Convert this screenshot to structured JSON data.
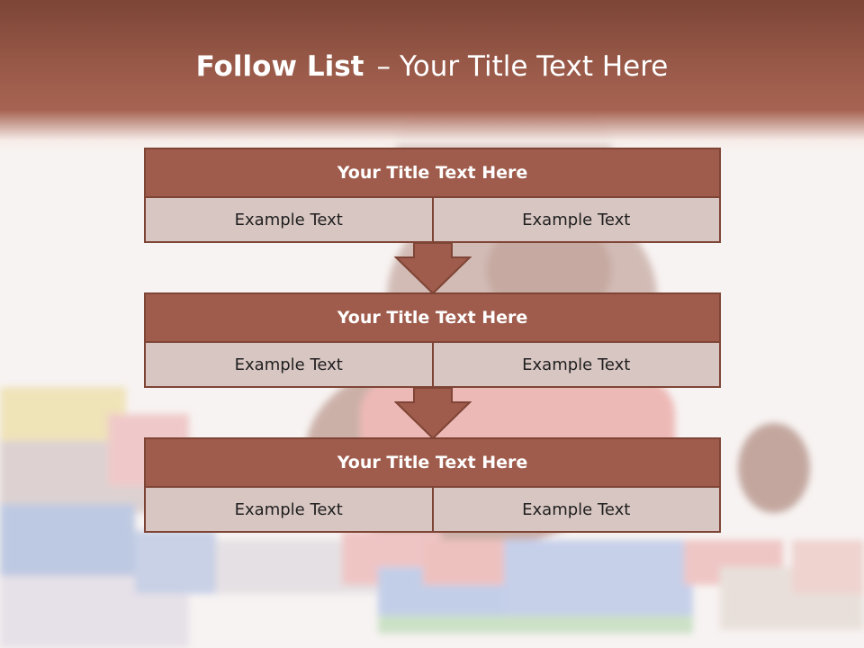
{
  "slide": {
    "title_bold": "Follow List",
    "title_dash": "–",
    "title_rest": "Your Title Text Here"
  },
  "blocks": [
    {
      "title": "Your Title Text Here",
      "cells": [
        "Example Text",
        "Example Text"
      ]
    },
    {
      "title": "Your Title Text Here",
      "cells": [
        "Example Text",
        "Example Text"
      ]
    },
    {
      "title": "Your Title Text Here",
      "cells": [
        "Example Text",
        "Example Text"
      ]
    }
  ],
  "colors": {
    "header_band": "#9a5a49",
    "block_title_fill": "#9f5b4b",
    "block_cell_fill": "#d8c6c2",
    "border": "#7e4536"
  }
}
